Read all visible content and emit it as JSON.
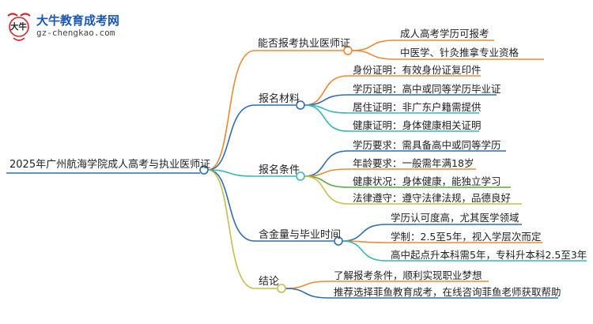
{
  "logo": {
    "name": "大牛教育成考网",
    "url": "gz-chengkao.com",
    "mark_text": "大牛"
  },
  "root": {
    "label": "2025年广州航海学院成人高考与执业医师证"
  },
  "colors": {
    "orange": "#ee8a34",
    "blue": "#2e6eb0",
    "teal": "#33b8b6",
    "green": "#5aa83c",
    "olive": "#c6bf4c",
    "node_fill": "#ffffff"
  },
  "branches": [
    {
      "label": "能否报考执业医师证",
      "color": "orange",
      "leaves": [
        {
          "label": "成人高考学历可报考",
          "color": "orange"
        },
        {
          "label": "中医学、针灸推拿专业资格",
          "color": "orange"
        }
      ]
    },
    {
      "label": "报名材料",
      "color": "blue",
      "leaves": [
        {
          "label": "身份证明：有效身份证复印件",
          "color": "orange"
        },
        {
          "label": "学历证明：高中或同等学历毕业证",
          "color": "blue"
        },
        {
          "label": "居住证明：非广东户籍需提供",
          "color": "teal"
        },
        {
          "label": "健康证明：身体健康相关证明",
          "color": "teal"
        }
      ]
    },
    {
      "label": "报名条件",
      "color": "teal",
      "leaves": [
        {
          "label": "学历要求：需具备高中或同等学历",
          "color": "blue"
        },
        {
          "label": "年龄要求：一般需年满18岁",
          "color": "orange"
        },
        {
          "label": "健康状况：身体健康，能独立学习",
          "color": "green"
        },
        {
          "label": "法律遵守：遵守法律法规，品德良好",
          "color": "olive"
        }
      ]
    },
    {
      "label": "含金量与毕业时间",
      "color": "blue",
      "leaves": [
        {
          "label": "学历认可度高，尤其医学领域",
          "color": "blue"
        },
        {
          "label": "学制：2.5至5年，视入学层次而定",
          "color": "orange"
        },
        {
          "label": "高中起点升本科需5年，专科升本科2.5至3年",
          "color": "teal"
        }
      ]
    },
    {
      "label": "结论",
      "color": "olive",
      "leaves": [
        {
          "label": "了解报考条件，顺利实现职业梦想",
          "color": "orange"
        },
        {
          "label": "推荐选择菲鱼教育成考，在线咨询菲鱼老师获取帮助",
          "color": "blue"
        }
      ]
    }
  ]
}
